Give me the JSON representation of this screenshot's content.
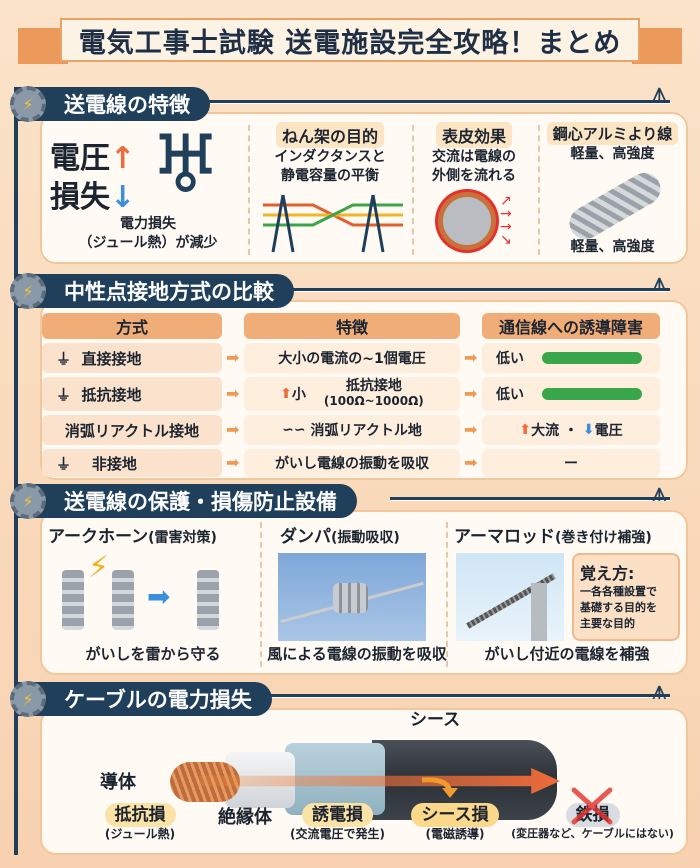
{
  "title": "電気工事士試験 送電施設完全攻略！まとめ",
  "sections": {
    "s1": {
      "heading": "送電線の特徴",
      "voltage": "電圧",
      "loss": "損失",
      "loss_note_1": "電力損失",
      "loss_note_2": "（ジュール熱）が減少",
      "nenka": {
        "title": "ねん架の目的",
        "line1": "インダクタンスと",
        "line2": "静電容量の平衡"
      },
      "skin": {
        "title": "表皮効果",
        "line1": "交流は電線の",
        "line2": "外側を流れる"
      },
      "acsr": {
        "title": "鋼心アルミより線",
        "line1": "軽量、高強度",
        "line2": "軽量、高強度"
      }
    },
    "s2": {
      "heading": "中性点接地方式の比較",
      "headers": [
        "方式",
        "特徴",
        "通信線への誘導障害"
      ],
      "rows": [
        {
          "method": "直接接地",
          "feature": "大小の電流の~1個電圧",
          "feature2": "",
          "impact": "低い"
        },
        {
          "method": "抵抗接地",
          "feature": "抵抗接地",
          "feature_prefix": "小",
          "feature2": "(100Ω~1000Ω)",
          "impact": "低い"
        },
        {
          "method": "消弧リアクトル接地",
          "feature": "消弧リアクトル地",
          "feature2": "",
          "impact_a": "大流",
          "impact_sep": "・",
          "impact_b": "電圧"
        },
        {
          "method": "非接地",
          "feature": "がいし電線の振動を吸収",
          "feature2": "",
          "impact": "ー"
        }
      ]
    },
    "s3": {
      "heading": "送電線の保護・損傷防止設備",
      "items": [
        {
          "name": "アークホーン",
          "sub": "(雷害対策)",
          "caption": "がいしを雷から守る"
        },
        {
          "name": "ダンパ",
          "sub": "(振動吸収)",
          "caption": "風による電線の振動を吸収"
        },
        {
          "name": "アーマロッド",
          "sub": "(巻き付け補強)",
          "caption": "がいし付近の電線を補強"
        }
      ],
      "memo": {
        "title": "覚え方:",
        "l1": "一各各種設置で",
        "l2": "基礎する目的を",
        "l3": "主要な目的"
      }
    },
    "s4": {
      "heading": "ケーブルの電力損失",
      "sheath": "シース",
      "conductor": "導体",
      "insulator": "絶縁体",
      "losses": [
        {
          "name": "抵抗損",
          "note": "(ジュール熱)"
        },
        {
          "name": "誘電損",
          "note": "(交流電圧で発生)"
        },
        {
          "name": "シース損",
          "note": "(電磁誘導)"
        },
        {
          "name": "鉄損",
          "note": "(変圧器など、ケーブルにはない)"
        }
      ]
    }
  },
  "colors": {
    "navy": "#1f3f5b",
    "orange": "#ef6b3a",
    "blue": "#3a8fde",
    "green": "#3aa64a"
  }
}
